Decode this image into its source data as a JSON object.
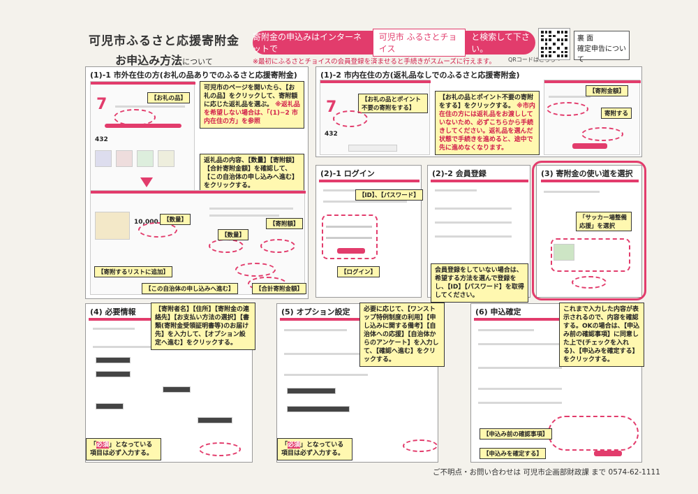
{
  "header": {
    "title_line1": "可児市ふるさと応援寄附金",
    "title_line2": "お申込み方法",
    "title_suffix": "について",
    "banner_before": "寄附金の申込みはインターネットで",
    "banner_search": "可児市 ふるさとチョイス",
    "banner_after": "と検索して下さい。",
    "note": "※最初にふるさとチョイスの会員登録を済ませると手続きがスムーズに行えます。",
    "qr_note": "QRコードはこちら→",
    "back_label": "裏 面",
    "back_text": "確定申告について"
  },
  "s11": {
    "title": "(1)-1 市外在住の方(お礼の品ありでのふるさと応援寄附金)",
    "bubble_main": "可児市のページを開いたら、【お礼の品】をクリックして、寄附額に応じた返礼品を選ぶ。",
    "bubble_note": "※返礼品を希望しない場合は、「(1)−2 市内在住の方」を参照",
    "tag_gift": "【お礼の品】",
    "count": "432",
    "bubble2": "返礼品の内容、【数量】【寄附額】【合計寄附金額】を確認して、【この自治体の申し込みへ進む】をクリックする。",
    "tag_qty": "【数量】",
    "tag_qty2": "【数量】",
    "tag_amount": "【寄附額】",
    "tag_list": "【寄附するリストに追加】",
    "tag_proceed": "【この自治体の申し込みへ進む】",
    "tag_total": "【合計寄附金額】",
    "price": "10,000"
  },
  "s12": {
    "title": "(1)-2 市内在住の方(返礼品なしでのふるさと応援寄附金)",
    "tag_gift": "【お礼の品とポイント不要の寄附をする】",
    "bubble_main": "【お礼の品とポイント不要の寄附をする】をクリックする。",
    "bubble_note": "※市内在住の方には返礼品をお渡ししていないため、必ずこちらから手続きしてください。返礼品を選んだ状態で手続きを進めると、途中で先に進めなくなります。",
    "count": "432",
    "tag_amount": "【寄附金額】",
    "tag_donate": "寄附する"
  },
  "s21": {
    "title": "(2)-1 ログイン",
    "tag_idpw": "【ID】、【パスワード】",
    "tag_login": "【ログイン】"
  },
  "s22": {
    "title": "(2)-2 会員登録",
    "bubble": "会員登録をしていない場合は、希望する方法を選んで登録をし、【ID】【パスワード】を取得してください。"
  },
  "s3": {
    "title": "(3) 寄附金の使い道を選択",
    "tag": "「サッカー場整備応援」を選択"
  },
  "s4": {
    "title": "(4) 必要情報",
    "bubble": "【寄附者名】【住所】【寄附金の連絡先】【お支払い方法の選択】【書類(寄附金受領証明書等)のお届け先】を入力して、【オプション設定へ進む】をクリックする。",
    "req_before": "「",
    "req_word": "必須",
    "req_after": "」となっている項目は必ず入力する。"
  },
  "s5": {
    "title": "(5) オプション設定",
    "bubble": "必要に応じて、【ワンストップ特例制度の利用】【申し込みに関する備考】【自治体への応援】【自治体からのアンケート】を入力して、【確認へ進む】をクリックする。",
    "req_before": "「",
    "req_word": "必須",
    "req_after": "」となっている項目は必ず入力する。"
  },
  "s6": {
    "title": "(6) 申込確定",
    "bubble": "これまで入力した内容が表示されるので、内容を確認する。OKの場合は、【申込み前の確認事項】に同意した上で(チェックを入れる)、【申込みを確定する】をクリックする。",
    "tag_confirm": "【申込み前の確認事項】",
    "tag_submit": "【申込みを確定する】"
  },
  "footer": {
    "text": "ご不明点・お問い合わせは 可児市企画部財政課 まで 0574-62-1111"
  }
}
